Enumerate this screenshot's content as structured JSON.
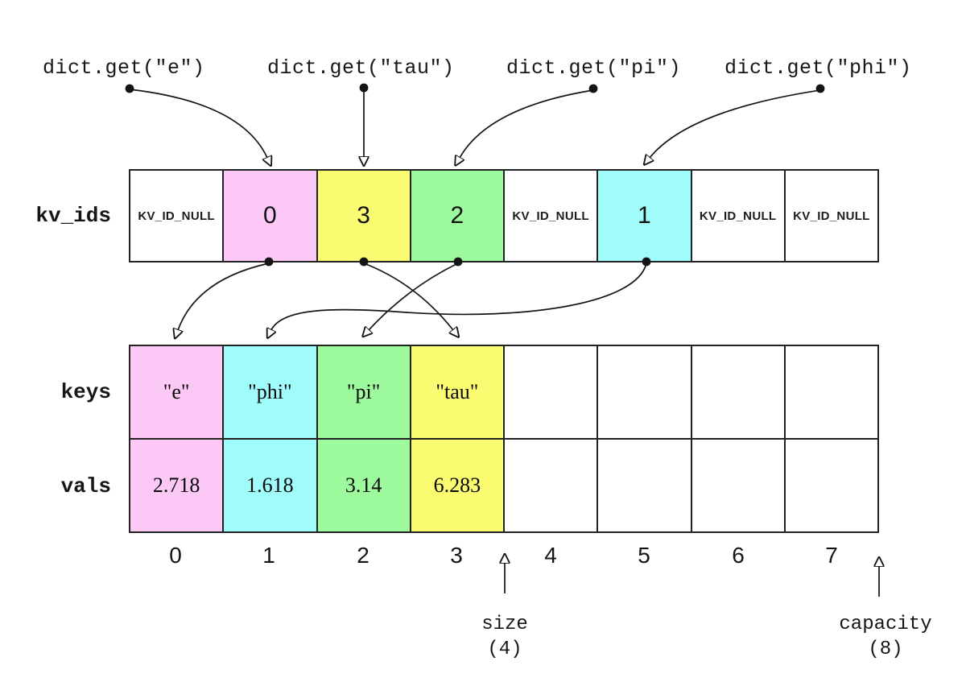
{
  "palette": {
    "pink": "#fcc9f7",
    "cyan": "#a0fbfb",
    "green": "#9dfa9d",
    "yellow": "#fbfb72",
    "white": "#ffffff",
    "line": "#141414"
  },
  "queries": [
    {
      "label": "dict.get(\"e\")"
    },
    {
      "label": "dict.get(\"tau\")"
    },
    {
      "label": "dict.get(\"pi\")"
    },
    {
      "label": "dict.get(\"phi\")"
    }
  ],
  "rows": {
    "kv_ids": {
      "label": "kv_ids",
      "cells": [
        {
          "text": "KV_ID_NULL",
          "color": "white"
        },
        {
          "text": "0",
          "color": "pink"
        },
        {
          "text": "3",
          "color": "yellow"
        },
        {
          "text": "2",
          "color": "green"
        },
        {
          "text": "KV_ID_NULL",
          "color": "white"
        },
        {
          "text": "1",
          "color": "cyan"
        },
        {
          "text": "KV_ID_NULL",
          "color": "white"
        },
        {
          "text": "KV_ID_NULL",
          "color": "white"
        }
      ]
    },
    "keys": {
      "label": "keys",
      "cells": [
        {
          "text": "\"e\"",
          "color": "pink"
        },
        {
          "text": "\"phi\"",
          "color": "cyan"
        },
        {
          "text": "\"pi\"",
          "color": "green"
        },
        {
          "text": "\"tau\"",
          "color": "yellow"
        },
        {
          "text": "",
          "color": "white"
        },
        {
          "text": "",
          "color": "white"
        },
        {
          "text": "",
          "color": "white"
        },
        {
          "text": "",
          "color": "white"
        }
      ]
    },
    "vals": {
      "label": "vals",
      "cells": [
        {
          "text": "2.718",
          "color": "pink"
        },
        {
          "text": "1.618",
          "color": "cyan"
        },
        {
          "text": "3.14",
          "color": "green"
        },
        {
          "text": "6.283",
          "color": "yellow"
        },
        {
          "text": "",
          "color": "white"
        },
        {
          "text": "",
          "color": "white"
        },
        {
          "text": "",
          "color": "white"
        },
        {
          "text": "",
          "color": "white"
        }
      ]
    }
  },
  "indices": [
    "0",
    "1",
    "2",
    "3",
    "4",
    "5",
    "6",
    "7"
  ],
  "annotations": {
    "size_label": "size",
    "size_value": "(4)",
    "capacity_label": "capacity",
    "capacity_value": "(8)"
  }
}
